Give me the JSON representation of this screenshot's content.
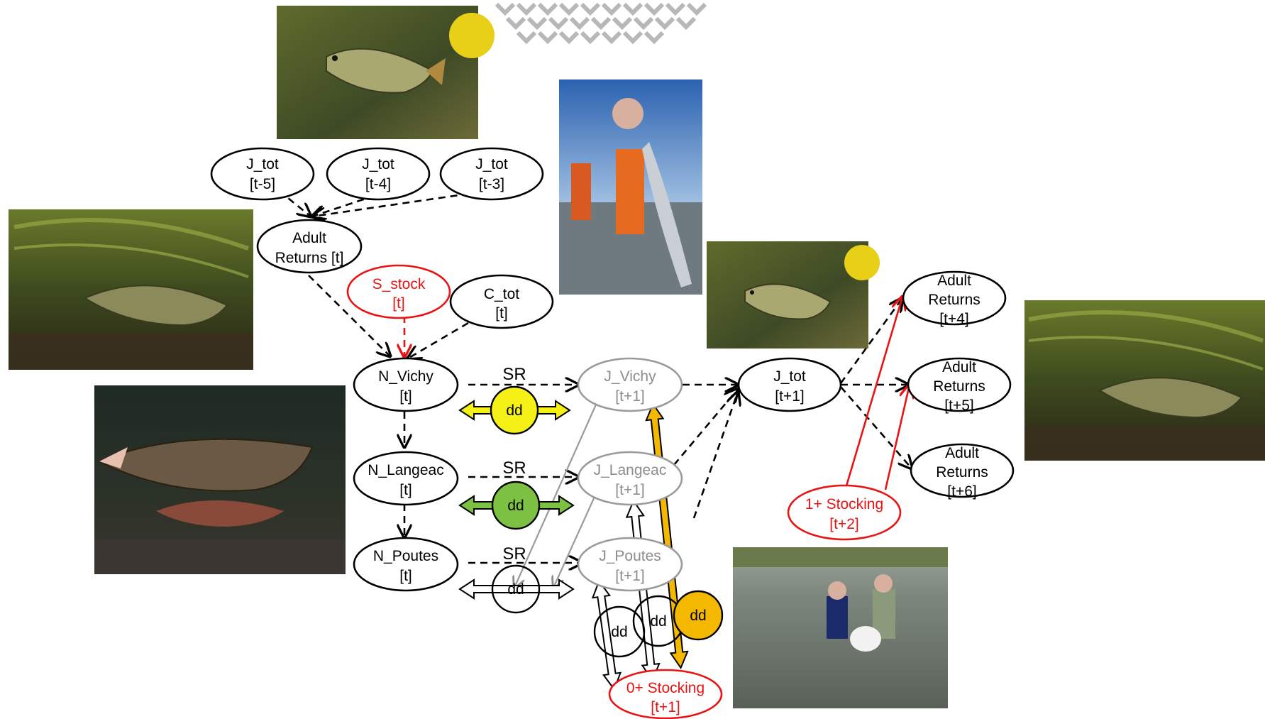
{
  "nodes": {
    "jtot_t5": {
      "line1": "J_tot",
      "line2": "[t-5]"
    },
    "jtot_t4": {
      "line1": "J_tot",
      "line2": "[t-4]"
    },
    "jtot_t3": {
      "line1": "J_tot",
      "line2": "[t-3]"
    },
    "adult_returns_t": {
      "line1": "Adult",
      "line2": "Returns [t]"
    },
    "s_stock": {
      "line1": "S_stock",
      "line2": "[t]"
    },
    "c_tot": {
      "line1": "C_tot",
      "line2": "[t]"
    },
    "n_vichy": {
      "line1": "N_Vichy",
      "line2": "[t]"
    },
    "n_langeac": {
      "line1": "N_Langeac",
      "line2": "[t]"
    },
    "n_poutes": {
      "line1": "N_Poutes",
      "line2": "[t]"
    },
    "j_vichy": {
      "line1": "J_Vichy",
      "line2": "[t+1]"
    },
    "j_langeac": {
      "line1": "J_Langeac",
      "line2": "[t+1]"
    },
    "j_poutes": {
      "line1": "J_Poutes",
      "line2": "[t+1]"
    },
    "j_tot": {
      "line1": "J_tot",
      "line2": "[t+1]"
    },
    "adult_t4": {
      "line1": "Adult",
      "line2": "Returns",
      "line3": "[t+4]"
    },
    "adult_t5": {
      "line1": "Adult",
      "line2": "Returns",
      "line3": "[t+5]"
    },
    "adult_t6": {
      "line1": "Adult",
      "line2": "Returns",
      "line3": "[t+6]"
    },
    "stocking_1plus": {
      "line1": "1+ Stocking",
      "line2": "[t+2]"
    },
    "stocking_0plus": {
      "line1": "0+ Stocking",
      "line2": "[t+1]"
    }
  },
  "sr_labels": {
    "vichy": "SR",
    "langeac": "SR",
    "poutes": "SR"
  },
  "dd_labels": {
    "vichy": "dd",
    "langeac": "dd",
    "poutes": "dd",
    "small_a": "dd",
    "small_b": "dd",
    "stocking": "dd"
  },
  "colors": {
    "red": "#e81414",
    "grey": "#8c8c8c",
    "dd_yellow": "#f5f016",
    "dd_green": "#7dc142",
    "dd_orange": "#f5b800"
  },
  "photos": [
    "juvenile salmon parr",
    "fishermen holding salmon on boat",
    "juvenile salmon parr",
    "adult salmon underwater",
    "adult salmon underwater",
    "spawning salmon underwater",
    "people releasing fish into river"
  ]
}
